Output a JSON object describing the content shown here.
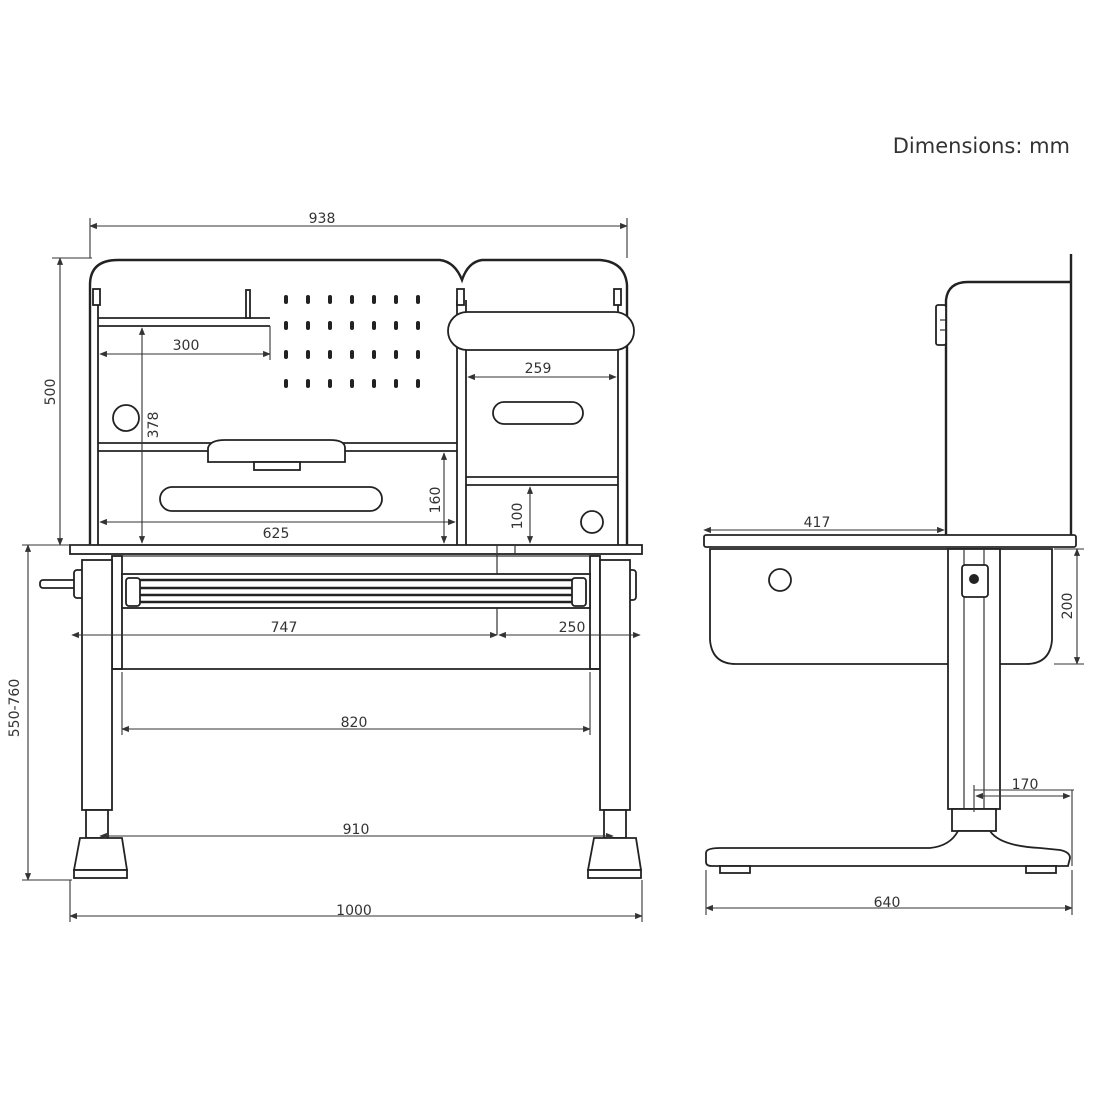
{
  "diagram": {
    "units_note": "Dimensions: mm",
    "front_view": {
      "overall_height": "500",
      "hutch_width": "938",
      "shelf_width": "300",
      "shelf_to_top_clearance": "378",
      "right_compartment_width": "259",
      "upper_section_width": "625",
      "lower_shelf_height": "160",
      "right_lower_shelf_height": "100",
      "desk_height_range": "550-760",
      "drawer_width": "747",
      "side_drawer_width": "250",
      "inner_leg_span": "820",
      "outer_leg_span": "910",
      "overall_width": "1000"
    },
    "side_view": {
      "top_depth": "417",
      "drawer_height": "200",
      "post_offset": "170",
      "base_depth": "640"
    }
  }
}
